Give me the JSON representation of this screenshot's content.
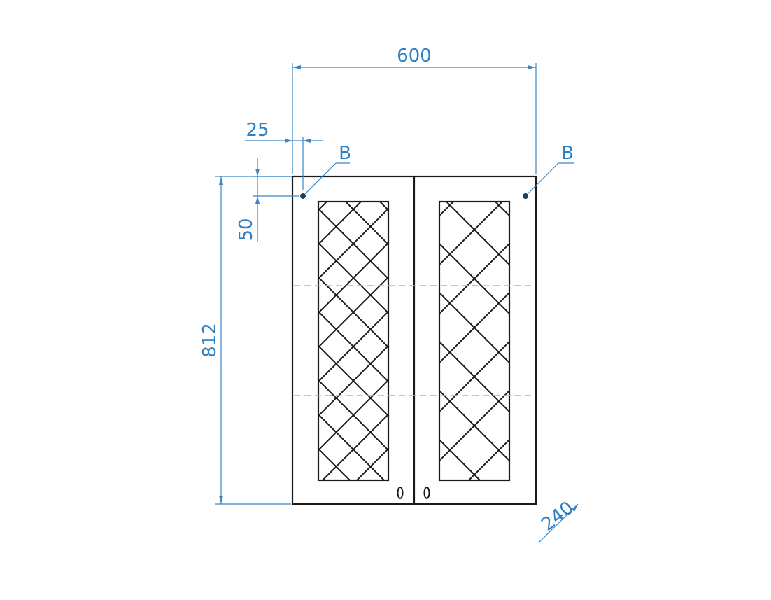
{
  "dimensions": {
    "width": "600",
    "hole_offset_x": "25",
    "hole_offset_y": "50",
    "height": "812",
    "depth": "240"
  },
  "callouts": {
    "left": "B",
    "right": "B"
  },
  "colors": {
    "dimension": "#3a87c8",
    "outline": "#1a1a1a",
    "shelf": "#8fd07a"
  }
}
